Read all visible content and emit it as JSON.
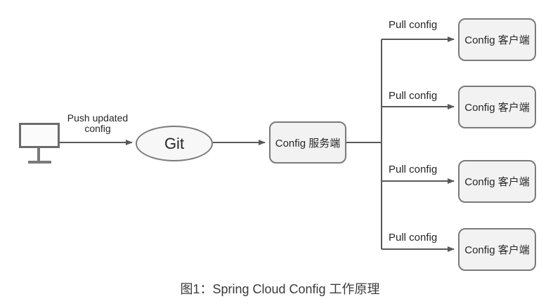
{
  "diagram": {
    "caption": "图1：Spring Cloud Config 工作原理",
    "push_label": {
      "line1": "Push updated",
      "line2": "config"
    },
    "nodes": {
      "computer": {
        "icon": "monitor-icon"
      },
      "git": {
        "label": "Git"
      },
      "server": {
        "label": "Config 服务端"
      },
      "clients": [
        {
          "label": "Config 客户端",
          "arrow_label": "Pull config"
        },
        {
          "label": "Config 客户端",
          "arrow_label": "Pull config"
        },
        {
          "label": "Config 客户端",
          "arrow_label": "Pull config"
        },
        {
          "label": "Config 客户端",
          "arrow_label": "Pull config"
        }
      ]
    },
    "colors": {
      "background": "#ffffff",
      "node_fill": "#f2f2f2",
      "node_border": "#7a7a7a",
      "connector": "#595959",
      "text": "#262626"
    }
  }
}
